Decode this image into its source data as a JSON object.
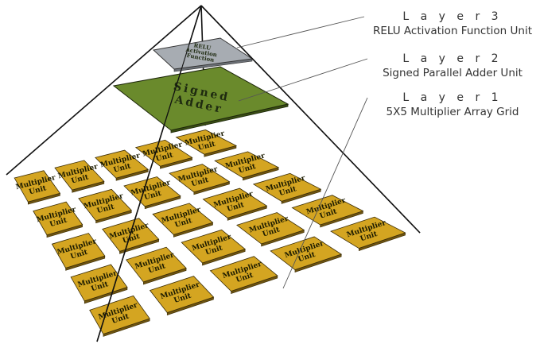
{
  "colors": {
    "grid_cell": "#d4a521",
    "grid_cell_edge": "#6e5410",
    "adder_panel": "#6a8a2c",
    "relu_panel": "#a7acb2",
    "pyramid_lines": "#111111",
    "label_text": "#333333"
  },
  "layers": [
    {
      "title": "L a y e r 3",
      "description": "RELU Activation Function Unit"
    },
    {
      "title": "L a y e r 2",
      "description": "Signed Parallel Adder Unit"
    },
    {
      "title": "L a y e r 1",
      "description": "5X5 Multiplier Array Grid"
    }
  ],
  "adder_panel": {
    "line1": "Signed",
    "line2": "Adder"
  },
  "relu_panel": {
    "line1": "RELU",
    "line2": "Activation",
    "line3": "Function"
  },
  "multiplier_cell": {
    "line1": "Multiplier",
    "line2": "Unit"
  },
  "grid": {
    "rows": 5,
    "cols": 5
  }
}
